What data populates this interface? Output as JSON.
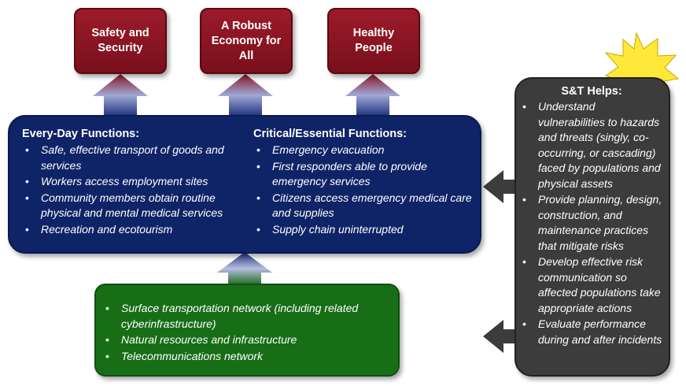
{
  "goals": [
    {
      "label": "Safety and\nSecurity",
      "color": "#8b1522"
    },
    {
      "label": "A Robust\nEconomy for\nAll",
      "color": "#8b1522"
    },
    {
      "label": "Healthy\nPeople",
      "color": "#8b1522"
    }
  ],
  "functions": {
    "everyday": {
      "title": "Every-Day Functions:",
      "items": [
        "Safe, effective transport of goods and services",
        "Workers access employment sites",
        "Community members obtain routine physical and mental medical services",
        "Recreation and ecotourism"
      ]
    },
    "critical": {
      "title": "Critical/Essential Functions:",
      "items": [
        "Emergency evacuation",
        "First responders able to provide emergency services",
        "Citizens access emergency medical care and supplies",
        "Supply chain uninterrupted"
      ]
    },
    "color": "#0f2466"
  },
  "infrastructure": {
    "items": [
      "Surface transportation network (including related cyberinfrastructure)",
      "Natural resources and infrastructure",
      "Telecommunications network"
    ],
    "color": "#176e16"
  },
  "st_helps": {
    "title": "S&T Helps:",
    "items": [
      "Understand vulnerabilities to hazards and threats (singly, co-occurring, or cascading) faced by populations and physical assets",
      "Provide planning, design, construction, and maintenance practices that mitigate risks",
      "Develop effective risk communication so affected populations take appropriate actions",
      "Evaluate performance during and after incidents"
    ],
    "color": "#3c3c3c"
  },
  "starburst_color": "#ffe83a"
}
